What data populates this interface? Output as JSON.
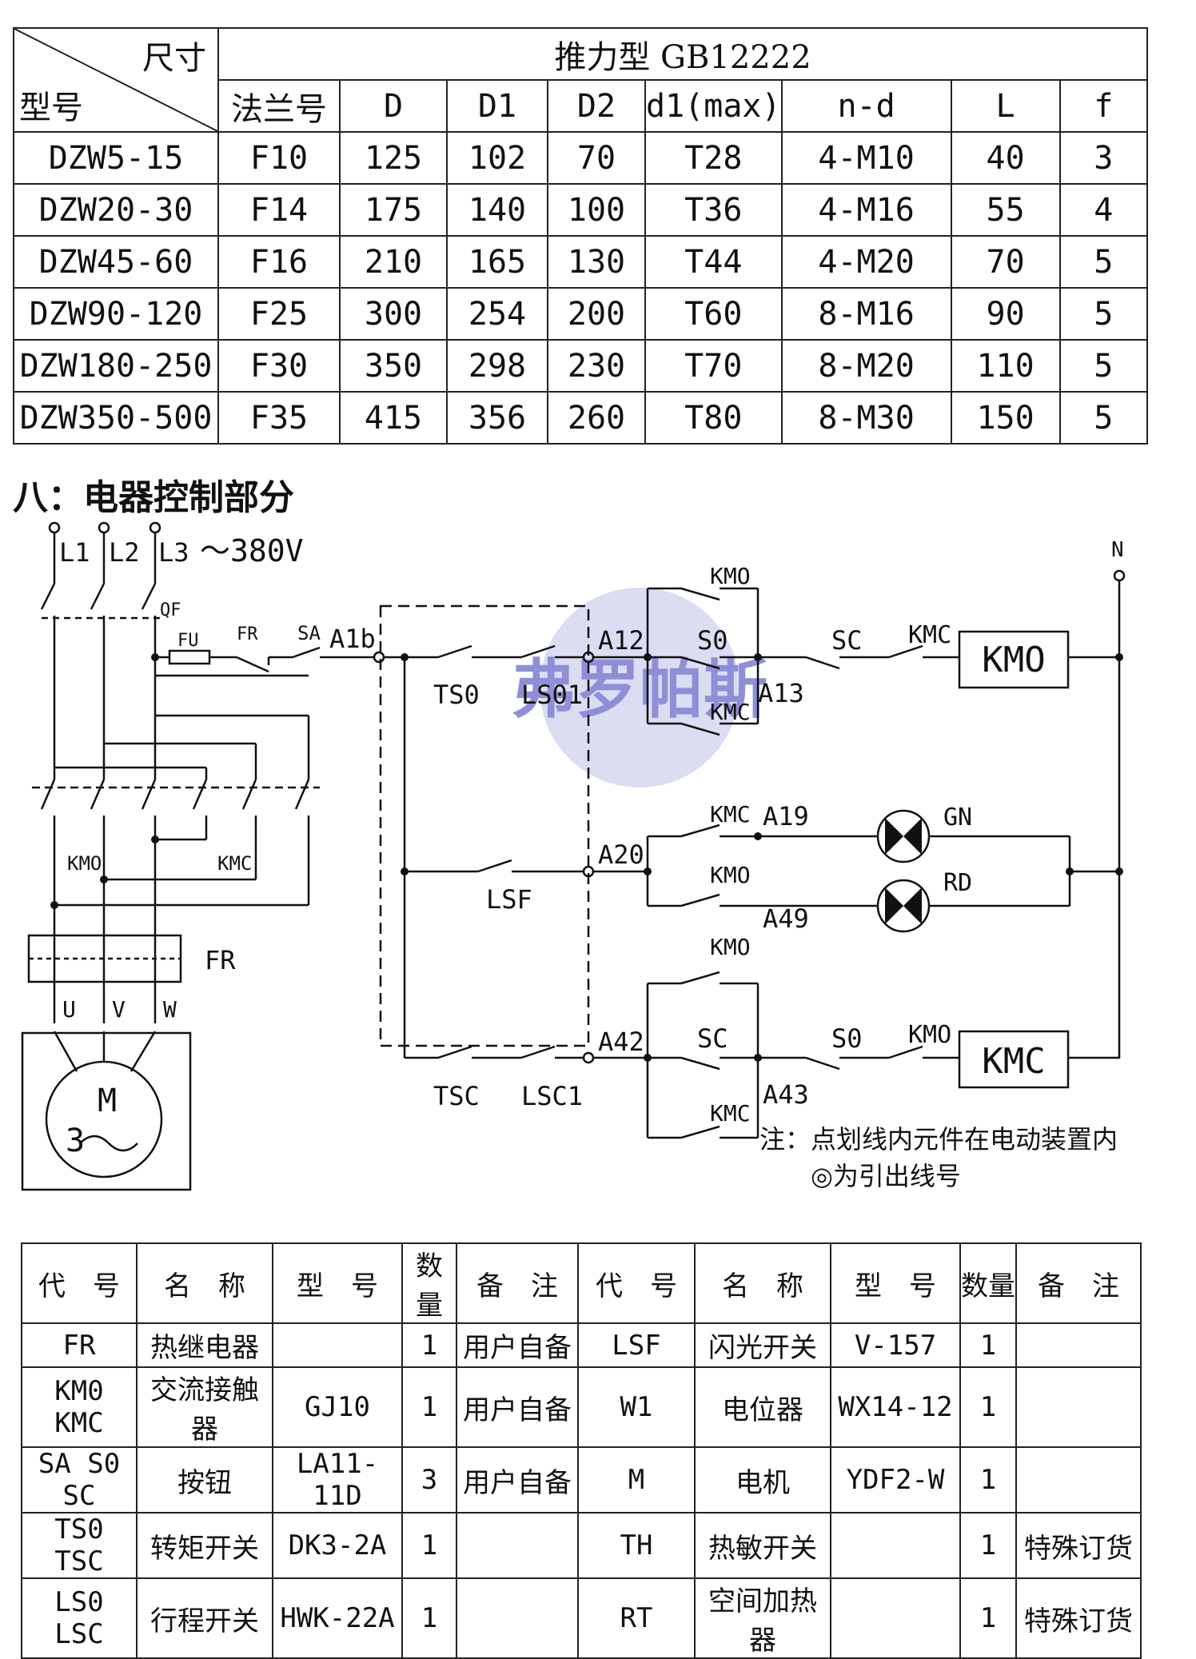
{
  "dimension_table": {
    "corner_top": "尺寸",
    "corner_bottom": "型号",
    "group_title": "推力型 GB12222",
    "headers": [
      "法兰号",
      "D",
      "D1",
      "D2",
      "d1(max)",
      "n-d",
      "L",
      "f"
    ],
    "rows": [
      [
        "DZW5-15",
        "F10",
        "125",
        "102",
        "70",
        "T28",
        "4-M10",
        "40",
        "3"
      ],
      [
        "DZW20-30",
        "F14",
        "175",
        "140",
        "100",
        "T36",
        "4-M16",
        "55",
        "4"
      ],
      [
        "DZW45-60",
        "F16",
        "210",
        "165",
        "130",
        "T44",
        "4-M20",
        "70",
        "5"
      ],
      [
        "DZW90-120",
        "F25",
        "300",
        "254",
        "200",
        "T60",
        "8-M16",
        "90",
        "5"
      ],
      [
        "DZW180-250",
        "F30",
        "350",
        "298",
        "230",
        "T70",
        "8-M20",
        "110",
        "5"
      ],
      [
        "DZW350-500",
        "F35",
        "415",
        "356",
        "260",
        "T80",
        "8-M30",
        "150",
        "5"
      ]
    ]
  },
  "section_title": "八：电器控制部分",
  "diagram": {
    "L1": "L1",
    "L2": "L2",
    "L3": "L3",
    "voltage": "～380V",
    "QF": "QF",
    "FU": "FU",
    "FR_top": "FR",
    "SA": "SA",
    "A1b": "A1b",
    "TS0": "TS0",
    "LS01": "LS01",
    "A12": "A12",
    "S0_top": "S0",
    "A13": "A13",
    "SC_top": "SC",
    "KMC_top": "KMC",
    "KMO_coil": "KMO",
    "KMO_hold": "KMO",
    "KMC_interlock": "KMC",
    "N": "N",
    "KMO_main": "KMO",
    "KMC_main": "KMC",
    "FR_relay": "FR",
    "U": "U",
    "V": "V",
    "W": "W",
    "motor_M": "M",
    "motor_3": "3",
    "LSF": "LSF",
    "A20": "A20",
    "KMC_lamp": "KMC",
    "A19": "A19",
    "GN": "GN",
    "KMO_lamp": "KMO",
    "A49": "A49",
    "RD": "RD",
    "KMO_hold2": "KMO",
    "TSC": "TSC",
    "LSC1": "LSC1",
    "A42": "A42",
    "SC_bot": "SC",
    "A43": "A43",
    "S0_bot": "S0",
    "KMO_bot": "KMO",
    "KMC_coil": "KMC",
    "KMC_hold": "KMC",
    "note_line1": "注：点划线内元件在电动装置内",
    "note_line2": "◎为引出线号",
    "watermark": "弗罗帕斯"
  },
  "parts_table": {
    "headers": [
      "代　号",
      "名　称",
      "型　号",
      "数量",
      "备　注",
      "代　号",
      "名　称",
      "型　号",
      "数量",
      "备　注"
    ],
    "rows": [
      [
        "FR",
        "热继电器",
        "",
        "1",
        "用户自备",
        "LSF",
        "闪光开关",
        "V-157",
        "1",
        ""
      ],
      [
        "KM0 KMC",
        "交流接触器",
        "GJ10",
        "1",
        "用户自备",
        "W1",
        "电位器",
        "WX14-12",
        "1",
        ""
      ],
      [
        "SA S0 SC",
        "按钮",
        "LA11-11D",
        "3",
        "用户自备",
        "M",
        "电机",
        "YDF2-W",
        "1",
        ""
      ],
      [
        "TS0 TSC",
        "转矩开关",
        "DK3-2A",
        "1",
        "",
        "TH",
        "热敏开关",
        "",
        "1",
        "特殊订货"
      ],
      [
        "LS0 LSC",
        "行程开关",
        "HWK-22A",
        "1",
        "",
        "RT",
        "空间加热器",
        "",
        "1",
        "特殊订货"
      ]
    ]
  },
  "colors": {
    "line": "#111111",
    "watermark_circle": "#dcdcf2",
    "watermark_text": "#8f8fd8"
  }
}
